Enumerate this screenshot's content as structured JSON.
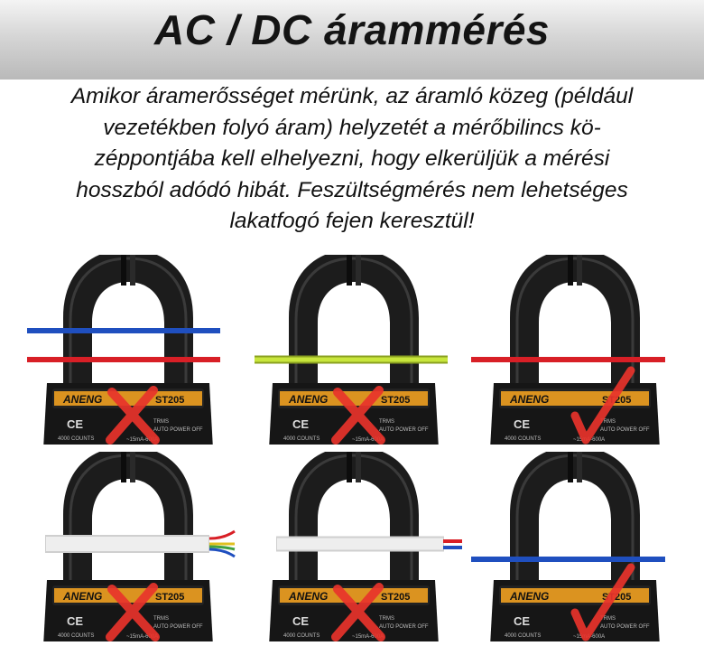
{
  "header": {
    "title": "AC / DC árammérés"
  },
  "description": {
    "lines": [
      "Amikor áramerősséget mérünk, az áramló közeg (például",
      "vezetékben folyó áram) helyzetét a mérőbilincs kö-",
      "zéppontjába kell elhelyezni, hogy elkerüljük a mérési",
      "hosszból adódó hibát. Feszültségmérés nem lehetséges",
      "lakatfogó fejen keresztül!"
    ]
  },
  "meter": {
    "brand": "ANENG",
    "model": "ST205",
    "ce_mark": "CE",
    "counts": "4000 COUNTS",
    "trms": "TRMS",
    "auto_power_off": "AUTO POWER OFF",
    "range": "~15mA-600A"
  },
  "colors": {
    "wire_blue": "#1f4fbf",
    "wire_red": "#d81f26",
    "wire_yellow_green": "#c8e63c",
    "wrong_mark": "#e8332b",
    "right_mark": "#e8332b",
    "clamp_body": "#1c1c1c",
    "accent_orange": "#f0a020"
  },
  "panels": [
    {
      "wires": [
        "blue",
        "red"
      ],
      "verdict": "wrong"
    },
    {
      "wires": [
        "yellow-green"
      ],
      "verdict": "wrong"
    },
    {
      "wires": [
        "red"
      ],
      "verdict": "correct"
    },
    {
      "wires": [
        "multi-core cable"
      ],
      "verdict": "wrong"
    },
    {
      "wires": [
        "two-core cable"
      ],
      "verdict": "wrong"
    },
    {
      "wires": [
        "blue"
      ],
      "verdict": "correct"
    }
  ]
}
